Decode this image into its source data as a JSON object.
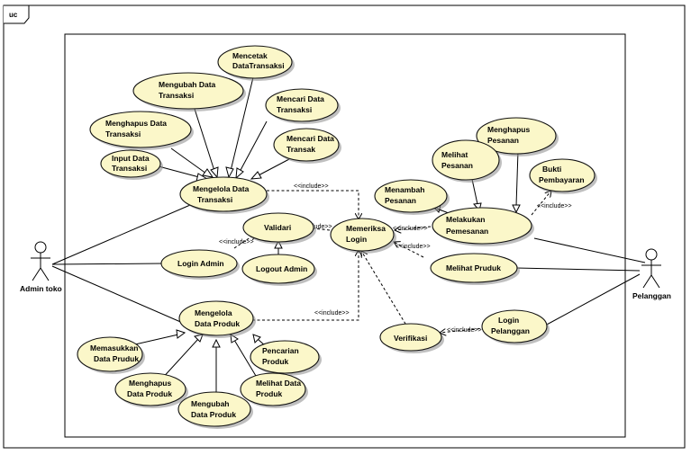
{
  "frame": {
    "label": "uc"
  },
  "actors": {
    "admin": "Admin toko",
    "customer": "Pelanggan"
  },
  "use_cases": {
    "mencetak": [
      "Mencetak",
      "DataTransaksi"
    ],
    "mengubah_transaksi": [
      "Mengubah Data",
      "Transaksi"
    ],
    "mencari_data_transaksi": [
      "Mencari Data",
      "Transaksi"
    ],
    "menghapus_transaksi": [
      "Menghapus Data",
      "Transaksi"
    ],
    "mencari_data_transak": [
      "Mencari Data",
      "Transak"
    ],
    "input_transaksi": [
      "Input Data",
      "Transaksi"
    ],
    "mengelola_transaksi": [
      "Mengelola Data",
      "Transaksi"
    ],
    "validari": [
      "Validari"
    ],
    "memeriksa_login": [
      "Memeriksa",
      "Login"
    ],
    "login_admin": [
      "Login Admin"
    ],
    "logout_admin": [
      "Logout Admin"
    ],
    "mengelola_produk": [
      "Mengelola",
      "Data Produk"
    ],
    "memasukkan_produk": [
      "Memasukkan",
      "Data Pruduk"
    ],
    "pencarian_produk": [
      "Pencarian",
      "Produk"
    ],
    "menghapus_produk": [
      "Menghapus",
      "Data Produk"
    ],
    "melihat_data_produk": [
      "Melihat Data",
      "Produk"
    ],
    "mengubah_produk": [
      "Mengubah",
      "Data Produk"
    ],
    "verifikasi": [
      "Verifikasi"
    ],
    "login_pelanggan": [
      "Login",
      "Pelanggan"
    ],
    "menghapus_pesanan": [
      "Menghapus",
      "Pesanan"
    ],
    "melihat_pesanan": [
      "Melihat",
      "Pesanan"
    ],
    "bukti_pembayaran": [
      "Bukti",
      "Pembayaran"
    ],
    "menambah_pesanan": [
      "Menambah",
      "Pesanan"
    ],
    "melakukan_pemesanan": [
      "Melakukan",
      "Pemesanan"
    ],
    "melihat_pruduk": [
      "Melihat Pruduk"
    ]
  },
  "relations": {
    "include": "<<include>>"
  }
}
